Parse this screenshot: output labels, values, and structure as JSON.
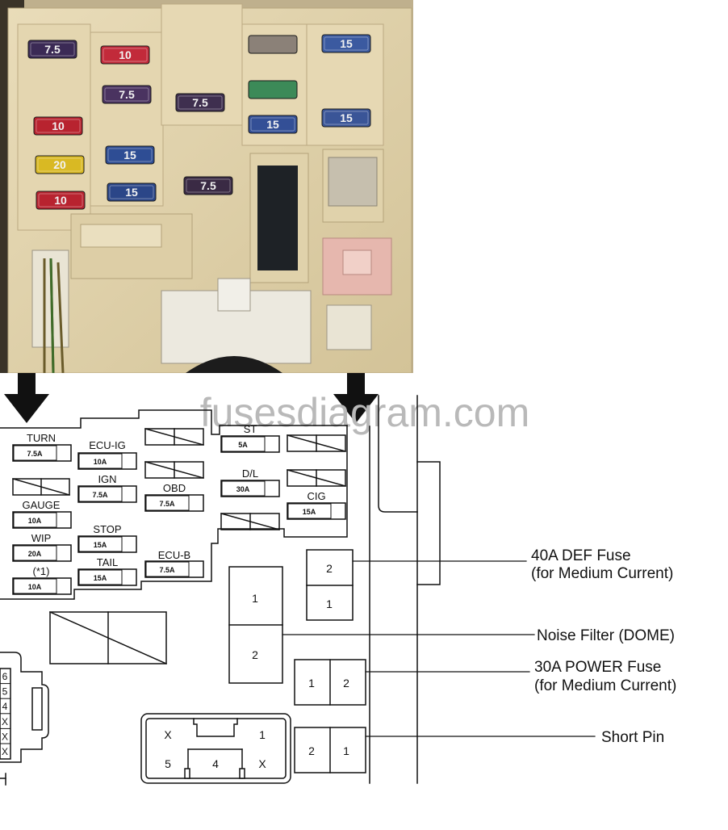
{
  "watermark": "fusesdiagram.com",
  "photo": {
    "fuses": [
      {
        "rating": "7.5",
        "color": "#3b2a55"
      },
      {
        "rating": "10",
        "color": "#c22a3a"
      },
      {
        "rating": "10",
        "color": "#b8232f"
      },
      {
        "rating": "7.5",
        "color": "#4a3360"
      },
      {
        "rating": "7.5",
        "color": "#3f2f4f"
      },
      {
        "rating": "20",
        "color": "#d9b923"
      },
      {
        "rating": "15",
        "color": "#2e4d94"
      },
      {
        "rating": "15",
        "color": "#2b4688"
      },
      {
        "rating": "10",
        "color": "#b8232f"
      },
      {
        "rating": "7.5",
        "color": "#3a2a44"
      },
      {
        "rating": "15",
        "color": "#3b5aa0"
      },
      {
        "rating": "15",
        "color": "#334f96"
      },
      {
        "rating": "15",
        "color": "#3a5597"
      }
    ]
  },
  "fuses": [
    {
      "name": "TURN",
      "amp": "7.5A"
    },
    {
      "name": "ECU-IG",
      "amp": "10A"
    },
    {
      "name": "IGN",
      "amp": "7.5A"
    },
    {
      "name": "GAUGE",
      "amp": "10A"
    },
    {
      "name": "WIP",
      "amp": "20A"
    },
    {
      "name": "STOP",
      "amp": "15A"
    },
    {
      "name": "(*1)",
      "amp": "10A"
    },
    {
      "name": "TAIL",
      "amp": "15A"
    },
    {
      "name": "OBD",
      "amp": "7.5A"
    },
    {
      "name": "ECU-B",
      "amp": "7.5A"
    },
    {
      "name": "ST",
      "amp": "5A"
    },
    {
      "name": "D/L",
      "amp": "30A"
    },
    {
      "name": "CIG",
      "amp": "15A"
    }
  ],
  "pins": {
    "def_top": "2",
    "def_bottom": "1",
    "noise_top": "1",
    "noise_bottom": "2",
    "power_left": "1",
    "power_right": "2",
    "short_left": "2",
    "short_right": "1",
    "conn_x1": "X",
    "conn_1": "1",
    "conn_5": "5",
    "conn_4": "4",
    "conn_x2": "X",
    "side": [
      "6",
      "5",
      "4",
      "X",
      "X",
      "X"
    ]
  },
  "callouts": {
    "def_line1": "40A DEF Fuse",
    "def_line2": "(for Medium Current)",
    "noise": "Noise Filter (DOME)",
    "power_line1": "30A POWER Fuse",
    "power_line2": "(for Medium Current)",
    "short_pin": "Short Pin"
  }
}
